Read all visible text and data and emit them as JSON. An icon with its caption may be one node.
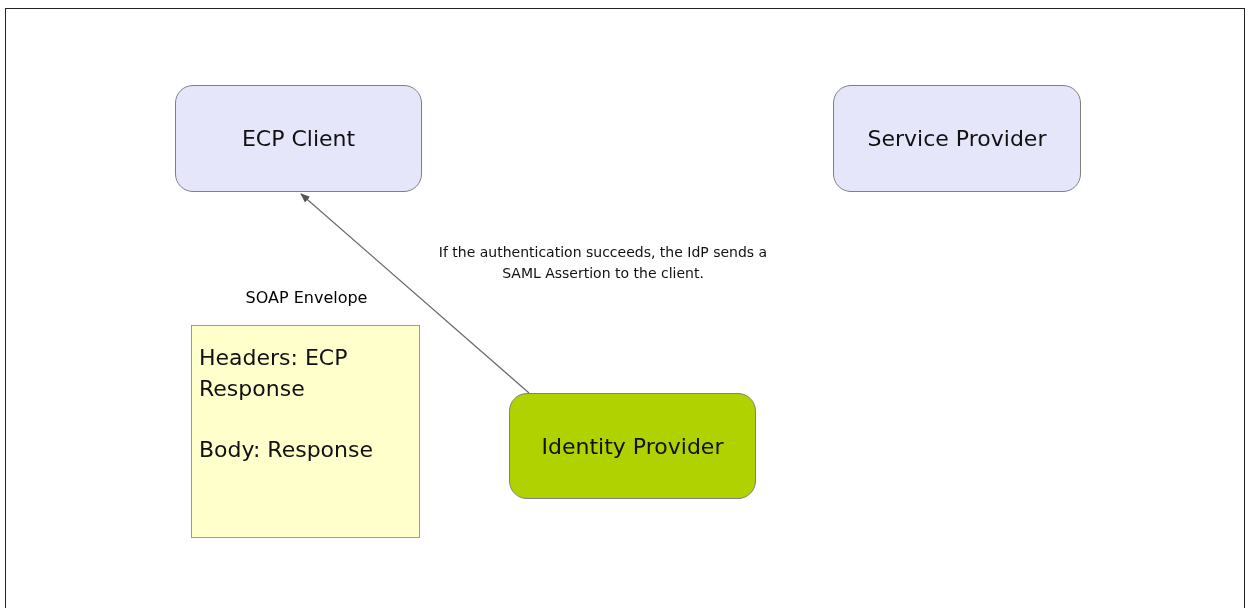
{
  "diagram": {
    "nodes": [
      {
        "text": [
          "ECP Client"
        ]
      },
      {
        "text": [
          "Service Provider"
        ]
      },
      {
        "text": [
          "Identity Provider"
        ]
      },
      {
        "text": [
          "SOAP Envelope",
          "Headers: ECP Response",
          "Body: Response"
        ]
      }
    ],
    "edges": [
      {
        "from": 2,
        "to": 0,
        "arrow": "to",
        "label": "If the authentication succeeds, the IdP sends a SAML Assertion to the client."
      }
    ]
  }
}
